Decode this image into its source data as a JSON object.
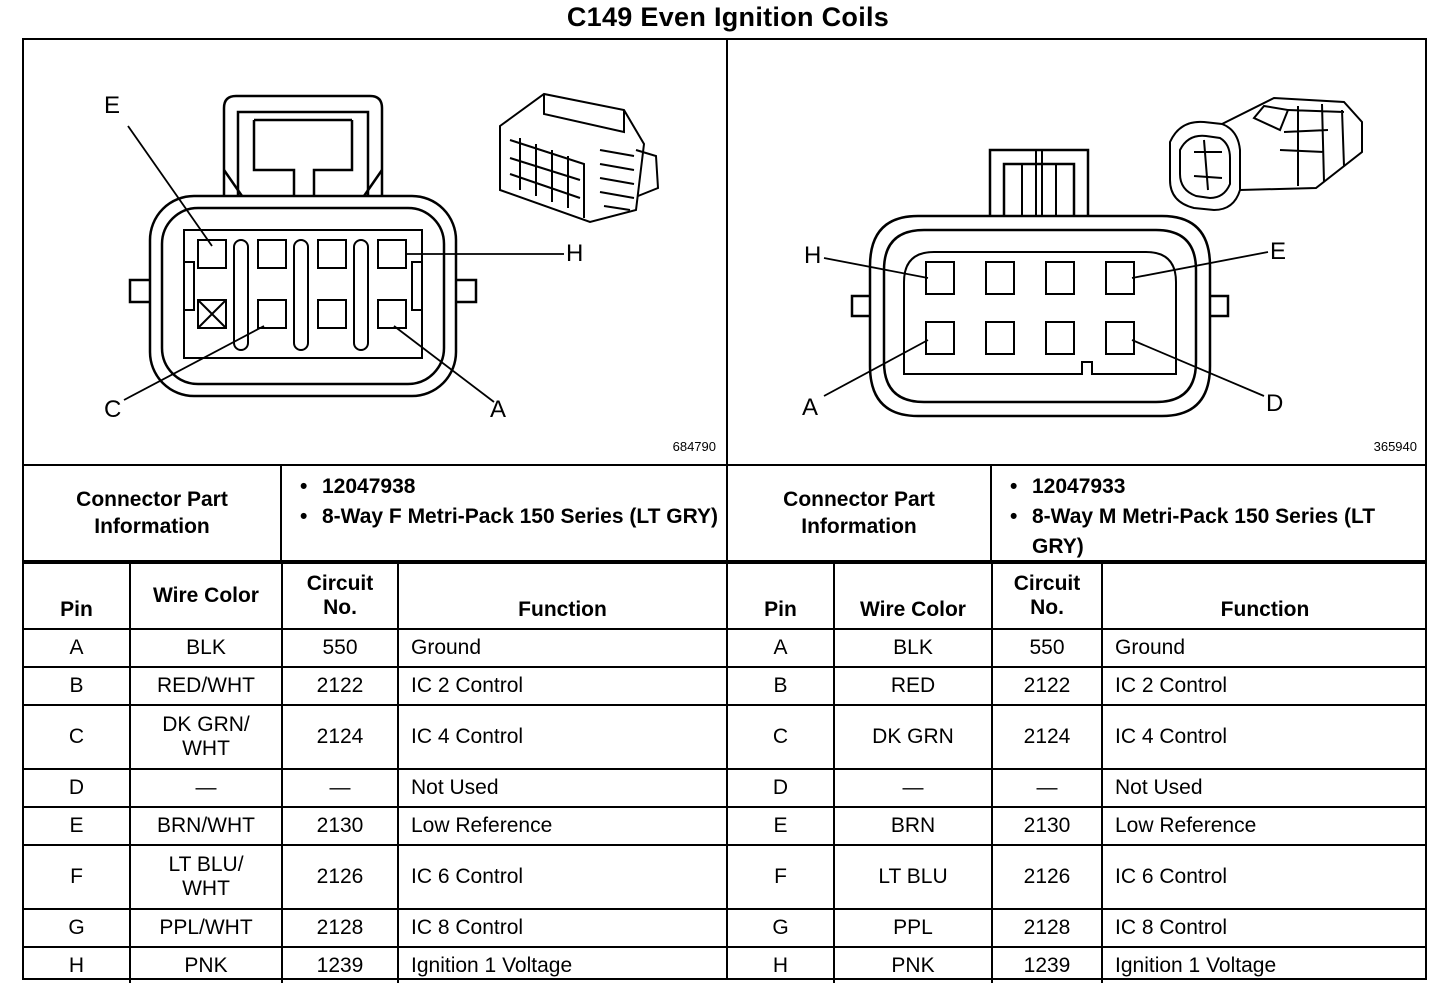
{
  "title": "C149 Even Ignition Coils",
  "left": {
    "figure_id": "684790",
    "pin_labels": {
      "E": "E",
      "H": "H",
      "C": "C",
      "A": "A"
    },
    "info_label": "Connector Part Information",
    "part_number": "12047938",
    "description": "8-Way F Metri-Pack 150 Series (LT GRY)",
    "headers": {
      "pin": "Pin",
      "wire_color": "Wire Color",
      "circuit": "Circuit No.",
      "function": "Function"
    },
    "rows": [
      {
        "pin": "A",
        "color": "BLK",
        "circuit": "550",
        "function": "Ground"
      },
      {
        "pin": "B",
        "color": "RED/WHT",
        "circuit": "2122",
        "function": "IC 2 Control"
      },
      {
        "pin": "C",
        "color": "DK GRN/ WHT",
        "circuit": "2124",
        "function": "IC 4 Control"
      },
      {
        "pin": "D",
        "color": "—",
        "circuit": "—",
        "function": "Not Used"
      },
      {
        "pin": "E",
        "color": "BRN/WHT",
        "circuit": "2130",
        "function": "Low Reference"
      },
      {
        "pin": "F",
        "color": "LT BLU/ WHT",
        "circuit": "2126",
        "function": "IC 6 Control"
      },
      {
        "pin": "G",
        "color": "PPL/WHT",
        "circuit": "2128",
        "function": "IC 8 Control"
      },
      {
        "pin": "H",
        "color": "PNK",
        "circuit": "1239",
        "function": "Ignition 1 Voltage"
      }
    ]
  },
  "right": {
    "figure_id": "365940",
    "pin_labels": {
      "H": "H",
      "E": "E",
      "A": "A",
      "D": "D"
    },
    "info_label": "Connector Part Information",
    "part_number": "12047933",
    "description": "8-Way M Metri-Pack 150 Series (LT GRY)",
    "headers": {
      "pin": "Pin",
      "wire_color": "Wire Color",
      "circuit": "Circuit No.",
      "function": "Function"
    },
    "rows": [
      {
        "pin": "A",
        "color": "BLK",
        "circuit": "550",
        "function": "Ground"
      },
      {
        "pin": "B",
        "color": "RED",
        "circuit": "2122",
        "function": "IC 2 Control"
      },
      {
        "pin": "C",
        "color": "DK GRN",
        "circuit": "2124",
        "function": "IC 4 Control"
      },
      {
        "pin": "D",
        "color": "—",
        "circuit": "—",
        "function": "Not Used"
      },
      {
        "pin": "E",
        "color": "BRN",
        "circuit": "2130",
        "function": "Low Reference"
      },
      {
        "pin": "F",
        "color": "LT BLU",
        "circuit": "2126",
        "function": "IC 6 Control"
      },
      {
        "pin": "G",
        "color": "PPL",
        "circuit": "2128",
        "function": "IC 8 Control"
      },
      {
        "pin": "H",
        "color": "PNK",
        "circuit": "1239",
        "function": "Ignition 1 Voltage"
      }
    ]
  }
}
